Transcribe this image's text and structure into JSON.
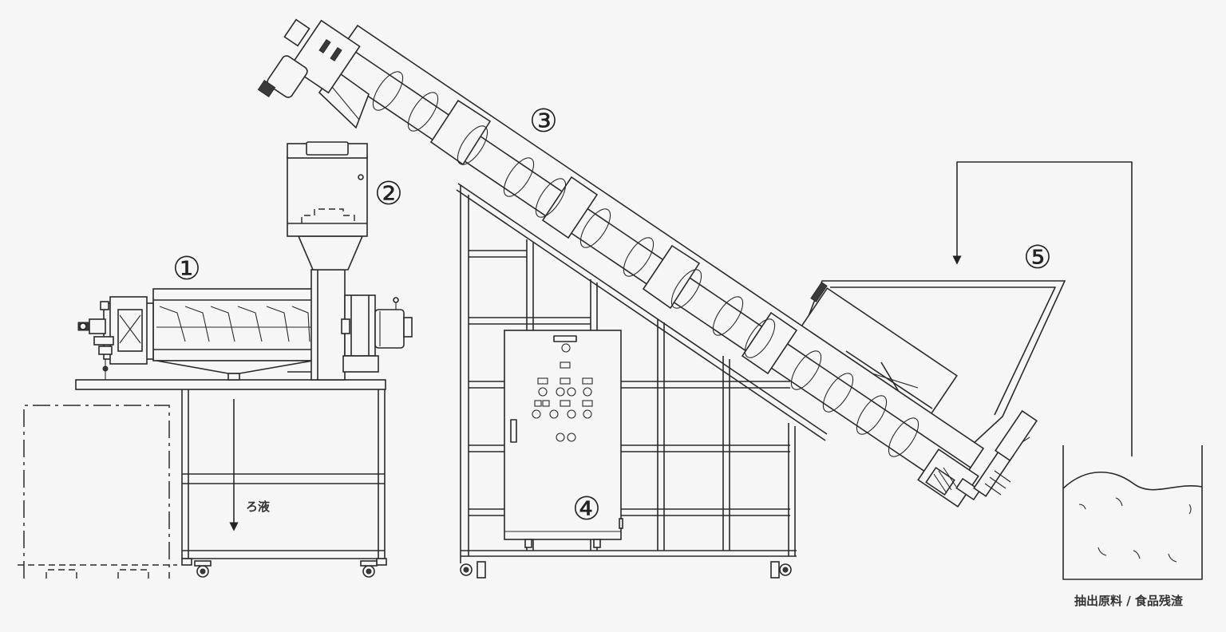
{
  "callouts": {
    "c1": "①",
    "c2": "②",
    "c3": "③",
    "c4": "④",
    "c5": "⑤"
  },
  "labels": {
    "liquid": "ろ液",
    "material": "抽出原料 / 食品残渣"
  },
  "colors": {
    "background": "#f5f6f5",
    "line": "#2a2a2a"
  }
}
